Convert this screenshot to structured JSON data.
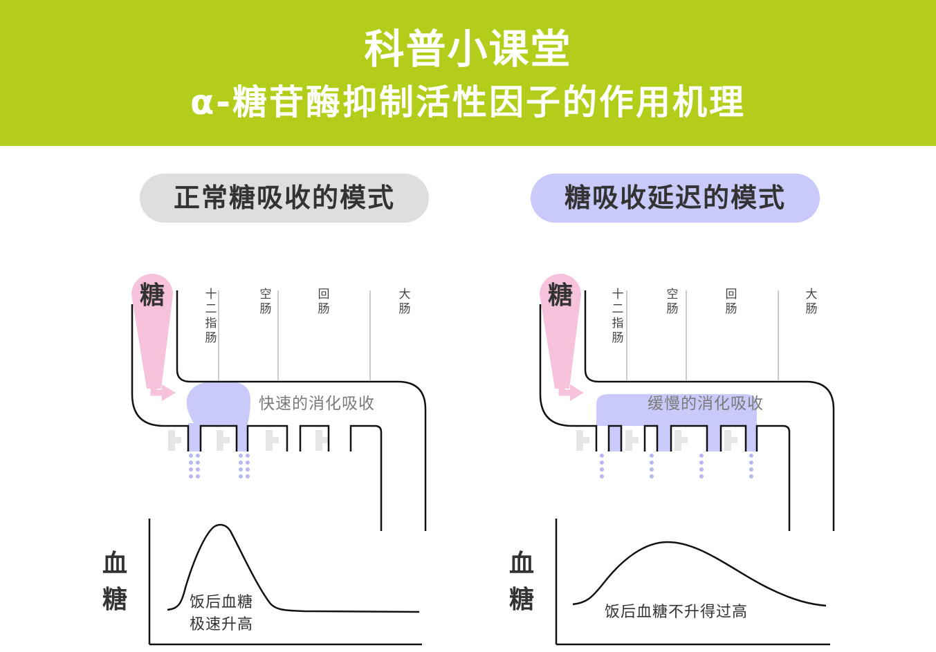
{
  "header": {
    "title_line1": "科普小课堂",
    "title_line2": "α-糖苷酶抑制活性因子的作用机理",
    "background_color": "#b4cd1a"
  },
  "panels": [
    {
      "mode_title": "正常糖吸收的模式",
      "pill_color": "#dedede",
      "sugar_label": "糖",
      "segments": [
        "十二指肠",
        "空肠",
        "回肠",
        "大肠"
      ],
      "absorption_text": "快速的消化吸收",
      "y_axis_label": "血糖",
      "curve_note": "饭后血糖\n极速升高"
    },
    {
      "mode_title": "糖吸收延迟的模式",
      "pill_color": "#c9c9fa",
      "sugar_label": "糖",
      "segments": [
        "十二指肠",
        "空肠",
        "回肠",
        "大肠"
      ],
      "absorption_text": "缓慢的消化吸收",
      "y_axis_label": "血糖",
      "curve_note": "饭后血糖不升得过高"
    }
  ],
  "colors": {
    "sugar_pink": "#f7c2dc",
    "absorption_purple": "#c9c9fa",
    "dots_purple": "#b9b9f2",
    "villi_gray": "#e6e6e6"
  }
}
